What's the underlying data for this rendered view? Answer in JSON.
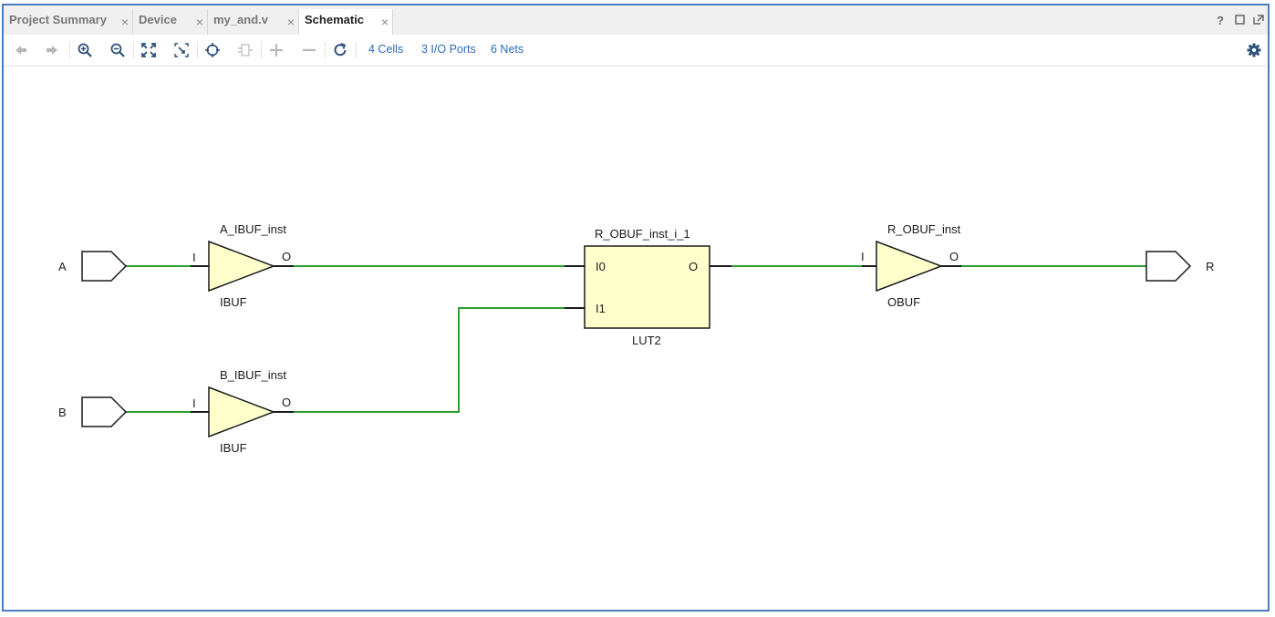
{
  "tabs": [
    {
      "label": "Project Summary",
      "active": false
    },
    {
      "label": "Device",
      "active": false
    },
    {
      "label": "my_and.v",
      "active": false
    },
    {
      "label": "Schematic",
      "active": true
    }
  ],
  "close_glyph": "×",
  "window_controls": {
    "help": "?"
  },
  "toolbar": {
    "links": [
      "4 Cells",
      "3 I/O Ports",
      "6 Nets"
    ]
  },
  "schematic": {
    "ports_in": [
      {
        "name": "A"
      },
      {
        "name": "B"
      }
    ],
    "ports_out": [
      {
        "name": "R"
      }
    ],
    "cells": {
      "a_ibuf": {
        "inst": "A_IBUF_inst",
        "type": "IBUF",
        "pin_in": "I",
        "pin_out": "O"
      },
      "b_ibuf": {
        "inst": "B_IBUF_inst",
        "type": "IBUF",
        "pin_in": "I",
        "pin_out": "O"
      },
      "lut": {
        "inst": "R_OBUF_inst_i_1",
        "type": "LUT2",
        "pin_i0": "I0",
        "pin_i1": "I1",
        "pin_out": "O"
      },
      "r_obuf": {
        "inst": "R_OBUF_inst",
        "type": "OBUF",
        "pin_in": "I",
        "pin_out": "O"
      }
    },
    "colors": {
      "net": "#2e9e2e",
      "cell_fill": "#ffffcc",
      "cell_stroke": "#1a1a1a",
      "pin_stub": "#1a1a1a"
    }
  }
}
